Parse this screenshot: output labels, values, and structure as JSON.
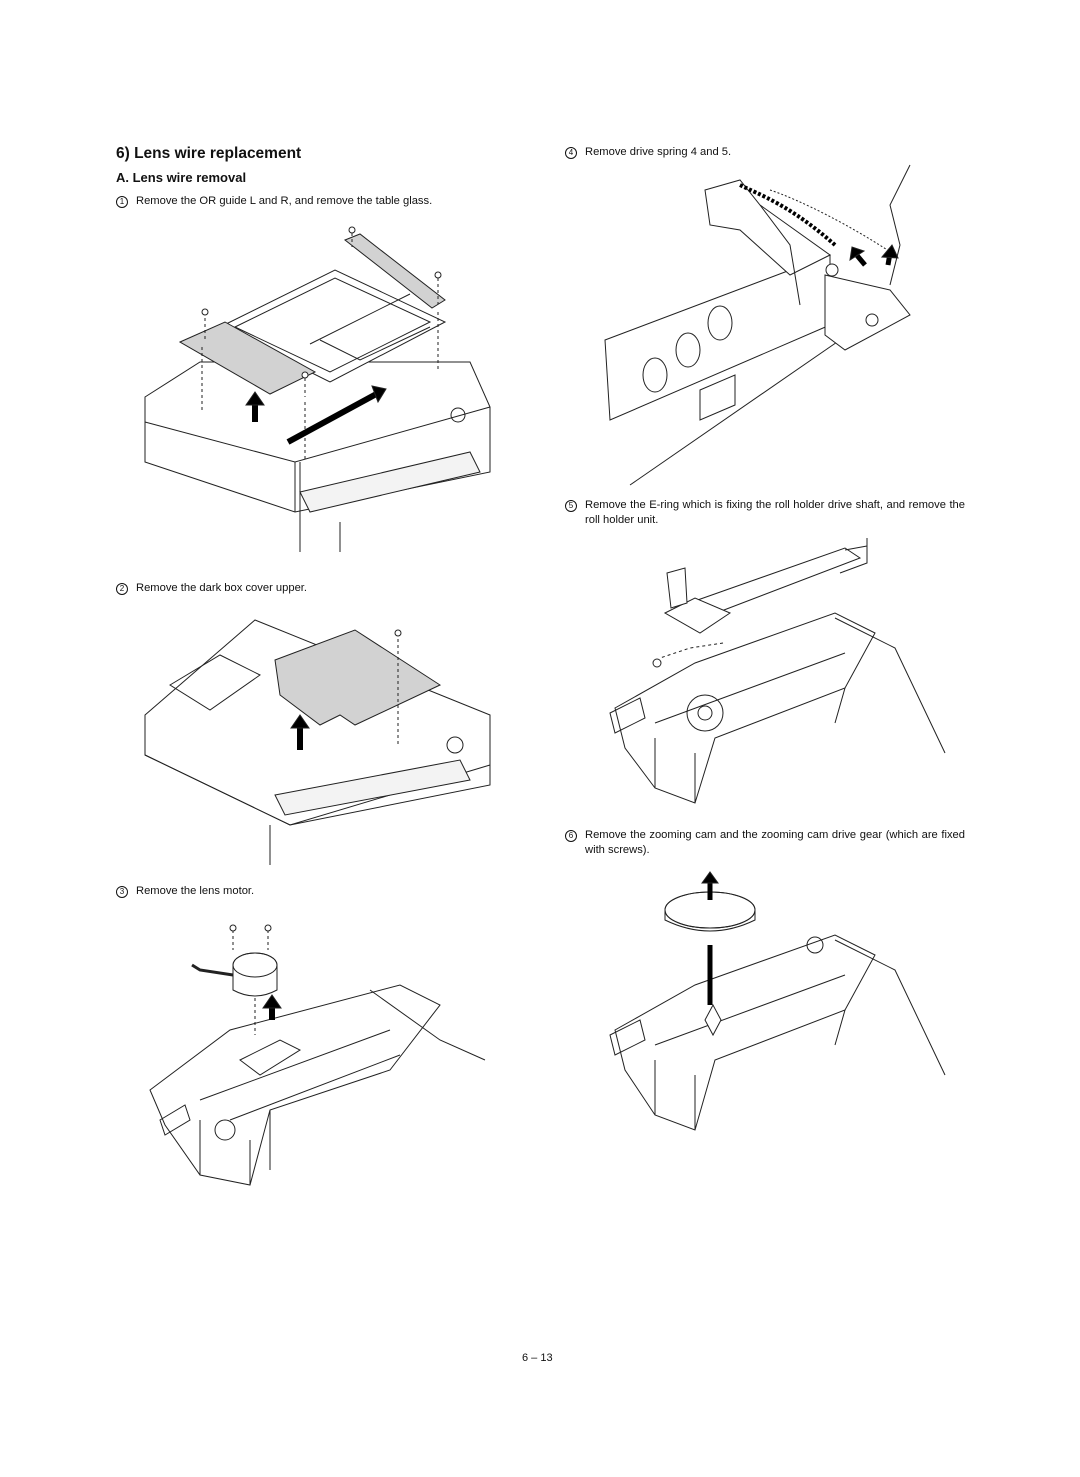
{
  "section_title": "6) Lens wire replacement",
  "subsection_title": "A. Lens wire removal",
  "steps": [
    {
      "num": "1",
      "text": "Remove the OR guide L and R, and remove the table glass."
    },
    {
      "num": "2",
      "text": "Remove the dark box cover upper."
    },
    {
      "num": "3",
      "text": "Remove the lens motor."
    },
    {
      "num": "4",
      "text": "Remove drive spring 4 and 5."
    },
    {
      "num": "5",
      "text": "Remove the E-ring which is fixing the roll holder drive shaft, and remove the roll holder unit."
    },
    {
      "num": "6",
      "text": "Remove the zooming cam and the zooming cam drive gear (which are fixed with screws)."
    }
  ],
  "page_number": "6 – 13"
}
